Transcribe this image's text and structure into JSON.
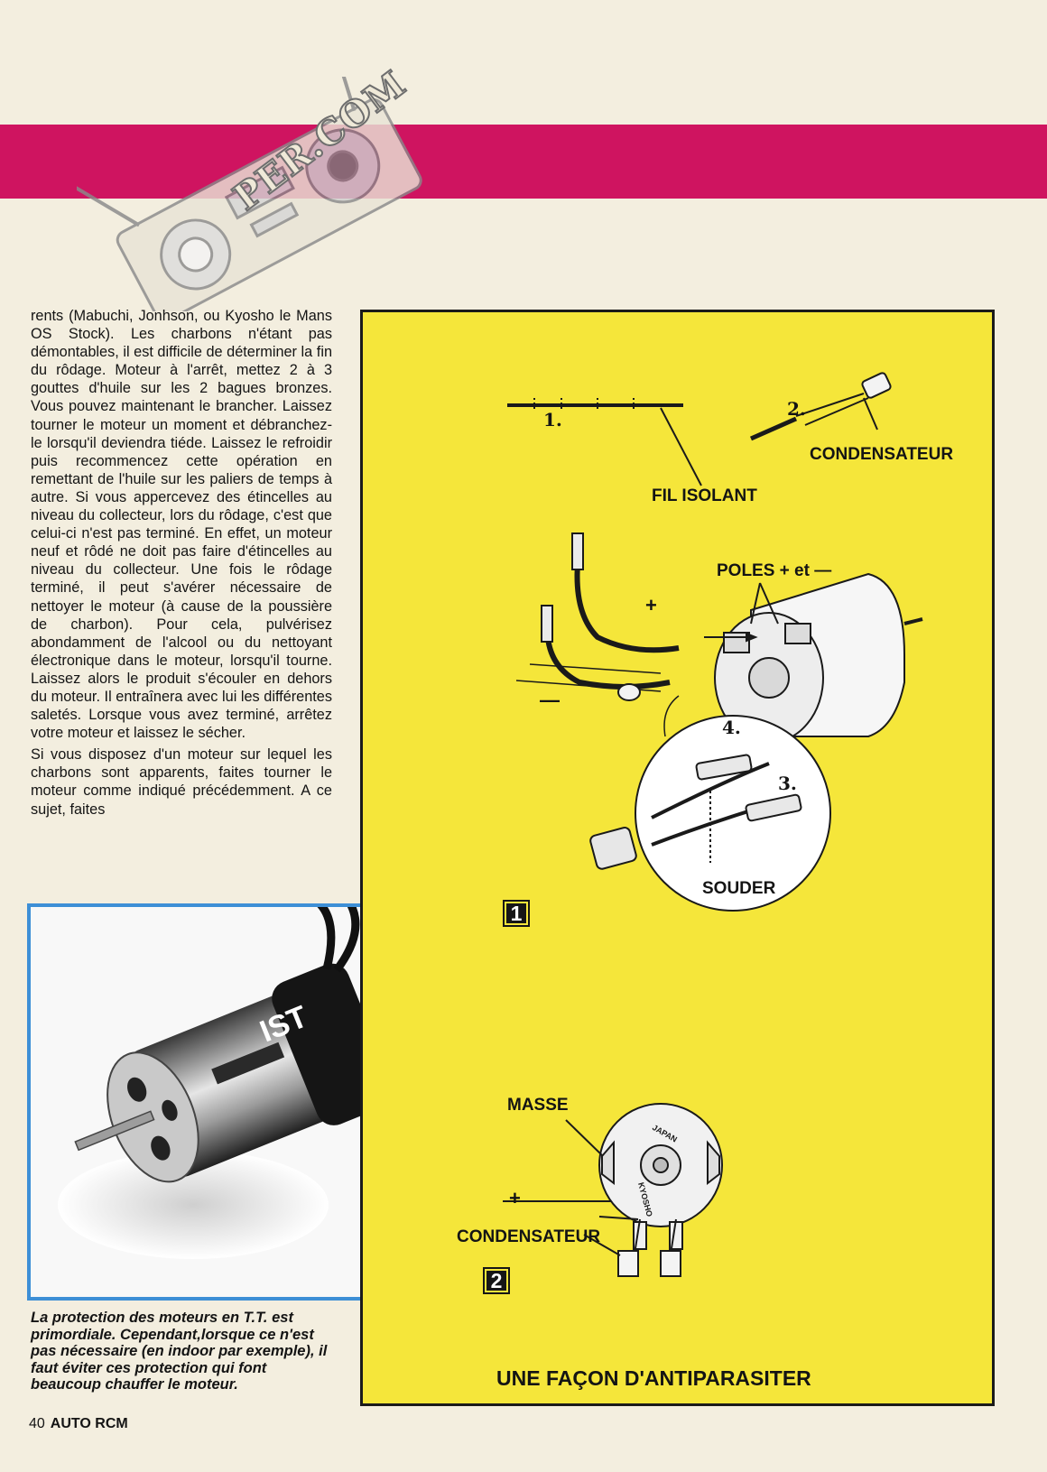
{
  "header": {
    "band_color": "#cf1460"
  },
  "watermark": {
    "text": "PER.COM"
  },
  "article": {
    "paragraphs": [
      "rents (Mabuchi, Jonhson, ou Kyosho le Mans OS Stock). Les charbons n'étant pas démontables, il est difficile de déterminer la fin du rôdage. Moteur à l'arrêt, mettez 2 à 3 gouttes d'huile sur les 2 bagues bronzes. Vous pouvez maintenant le brancher. Laissez tourner le moteur un moment et débranchez-le lorsqu'il deviendra tiéde. Laissez le refroidir puis recommencez cette opération en remettant de l'huile sur les paliers de temps à autre. Si vous appercevez des étincelles au niveau du collecteur, lors du rôdage, c'est que celui-ci n'est pas terminé. En effet, un moteur neuf et rôdé ne doit pas faire d'étincelles au niveau du collecteur. Une fois le rôdage terminé, il peut s'avérer nécessaire de nettoyer le moteur (à cause de la poussière de charbon). Pour cela, pulvérisez abondamment de l'alcool ou du nettoyant électronique dans le moteur, lorsqu'il tourne. Laissez alors le produit s'écouler en dehors du moteur. Il entraînera avec lui les différentes saletés. Lorsque vous avez terminé, arrêtez votre moteur et laissez le sécher.",
      "Si vous disposez d'un moteur sur lequel les charbons sont apparents, faites tourner le moteur comme indiqué précédemment. A ce sujet, faites"
    ]
  },
  "photo": {
    "frame_color": "#3d8fd6",
    "motor_label": "IST",
    "caption": "La protection des moteurs en T.T. est primordiale. Cependant,lorsque ce n'est pas nécessaire (en indoor par exemple), il faut éviter ces protection qui font beaucoup chauffer le moteur."
  },
  "diagram": {
    "background": "#f5e63a",
    "title": "UNE FAÇON D'ANTIPARASITER",
    "figure1": {
      "badge": "1",
      "steps": [
        "1.",
        "2.",
        "3.",
        "4."
      ],
      "labels": {
        "fil_isolant": "FIL ISOLANT",
        "condensateur": "CONDENSATEUR",
        "poles": "POLES + et —",
        "plus": "+",
        "minus": "—",
        "souder": "SOUDER"
      }
    },
    "figure2": {
      "badge": "2",
      "labels": {
        "masse": "MASSE",
        "plus": "+",
        "condensateur": "CONDENSATEUR",
        "brand": "KYOSHO",
        "origin": "JAPAN"
      }
    }
  },
  "footer": {
    "page_number": "40",
    "magazine": "AUTO RCM"
  }
}
